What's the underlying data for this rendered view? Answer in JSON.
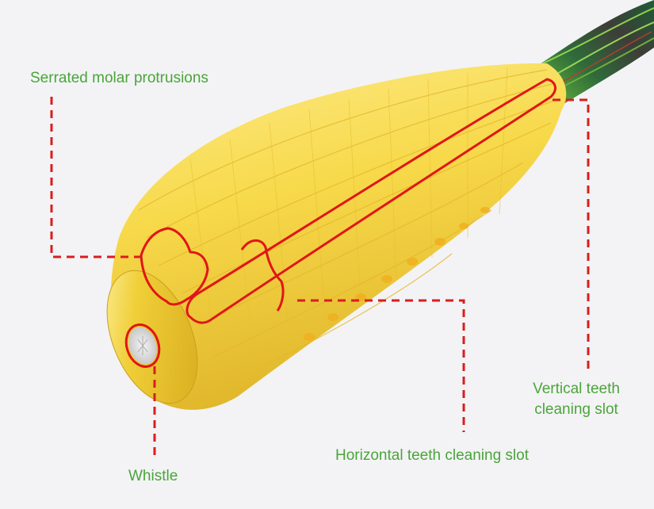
{
  "diagram": {
    "subject": "corn-shaped dog chew toy with rope",
    "colors": {
      "background": "#f3f3f5",
      "label_text": "#4aa53a",
      "callout_line": "#d81e1e",
      "corn_light": "#fbe57a",
      "corn_mid": "#f5d23c",
      "corn_dark": "#d9a920",
      "end_cap": "#e9c22a",
      "whistle": "#dcdcdc",
      "rope_green": "#2e7a3c",
      "rope_dark": "#3b3b36"
    },
    "labels": {
      "serrated": "Serrated molar protrusions",
      "vertical_line1": "Vertical teeth",
      "vertical_line2": "cleaning slot",
      "horizontal": "Horizontal teeth cleaning slot",
      "whistle": "Whistle"
    }
  }
}
